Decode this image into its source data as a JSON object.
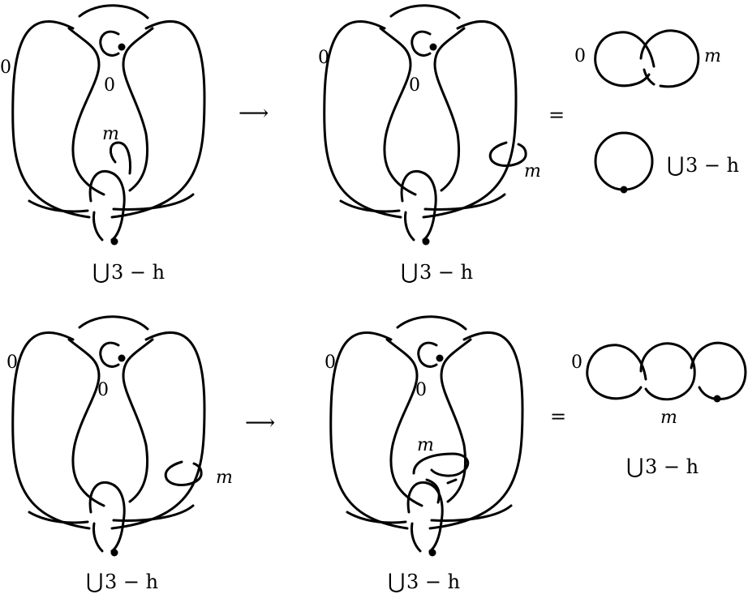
{
  "colors": {
    "stroke": "#000000",
    "background": "#ffffff"
  },
  "row1": {
    "fig_a": {
      "framing_outer": "0",
      "framing_inner": "0",
      "framing_small": "m",
      "union_suffix": "3 − h"
    },
    "arrow": "⟶",
    "fig_b": {
      "framing_outer": "0",
      "framing_inner": "0",
      "framing_small": "m",
      "union_suffix": "3 − h"
    },
    "equals": "=",
    "result": {
      "framing_left": "0",
      "framing_right": "m",
      "union_suffix": "3 − h"
    }
  },
  "row2": {
    "fig_a": {
      "framing_outer": "0",
      "framing_inner": "0",
      "framing_small": "m",
      "union_suffix": "3 − h"
    },
    "arrow": "⟶",
    "fig_b": {
      "framing_outer": "0",
      "framing_inner": "0",
      "framing_small": "m",
      "union_suffix": "3 − h"
    },
    "equals": "=",
    "result": {
      "framing_left": "0",
      "framing_middle": "m",
      "union_suffix": "3 − h"
    }
  }
}
